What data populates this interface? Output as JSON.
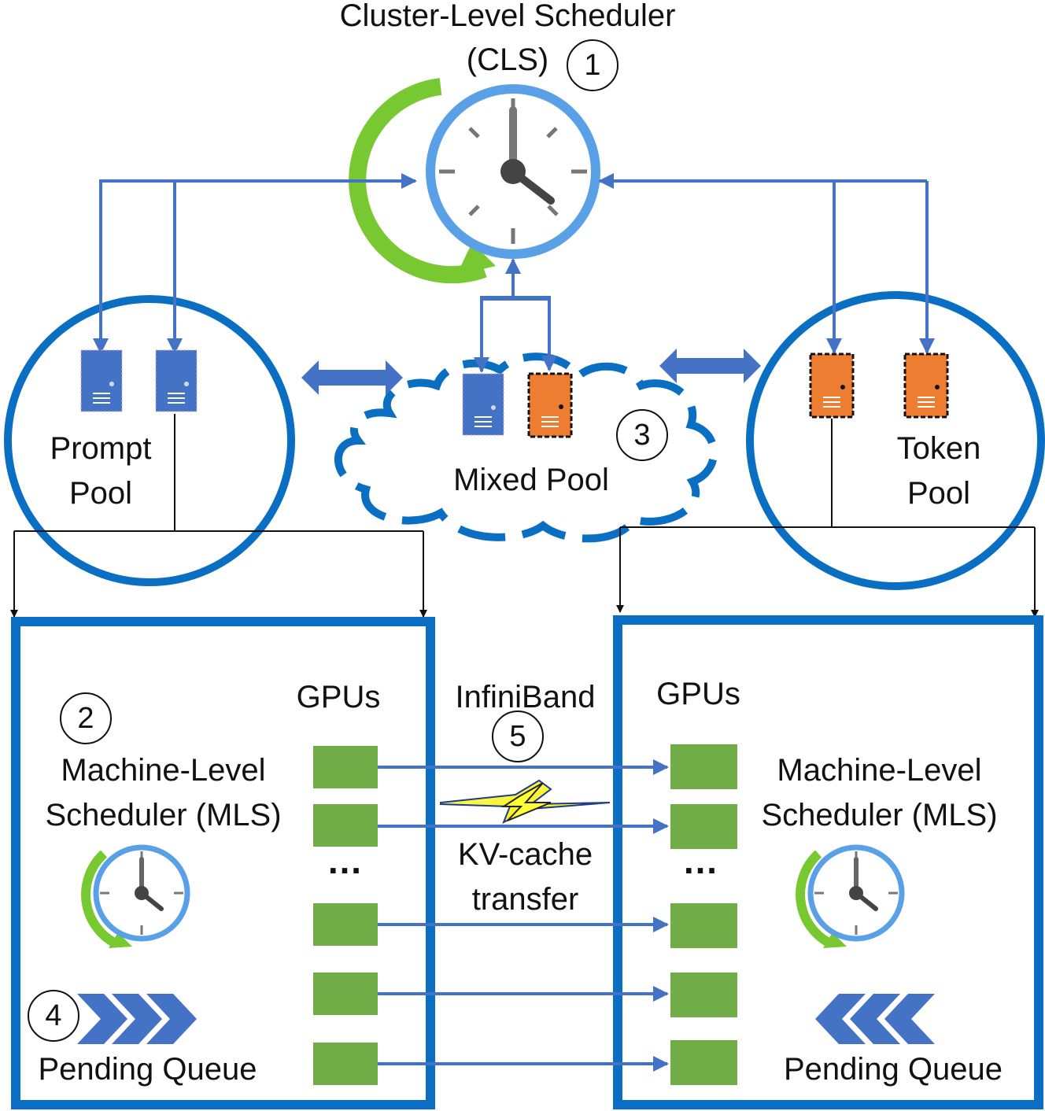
{
  "cls": {
    "title": "Cluster-Level Scheduler",
    "abbr": "(CLS)",
    "step": "1"
  },
  "prompt_pool": {
    "line1": "Prompt",
    "line2": "Pool"
  },
  "token_pool": {
    "line1": "Token",
    "line2": "Pool"
  },
  "mixed_pool": {
    "label": "Mixed Pool",
    "step": "3"
  },
  "left_machine": {
    "step": "2",
    "mls_line1": "Machine-Level",
    "mls_line2": "Scheduler (MLS)",
    "gpus_label": "GPUs",
    "ellipsis": "…",
    "queue_step": "4",
    "queue_label": "Pending Queue"
  },
  "right_machine": {
    "mls_line1": "Machine-Level",
    "mls_line2": "Scheduler (MLS)",
    "gpus_label": "GPUs",
    "ellipsis": "…",
    "queue_label": "Pending Queue"
  },
  "link": {
    "label": "InfiniBand",
    "step": "5",
    "transfer_line1": "KV-cache",
    "transfer_line2": "transfer"
  },
  "colors": {
    "pool_blue": "#0a6fc2",
    "arrow_blue": "#4472c4",
    "clock_ring": "#5aa0e6",
    "clock_swoosh": "#78c832",
    "gpu_green": "#70ad47",
    "server_blue": "#4472c4",
    "server_orange": "#ed7d31",
    "bolt_yellow": "#ffff33"
  },
  "icons": [
    "clock-icon",
    "server-icon",
    "lightning-icon",
    "chevron-queue-icon",
    "cloud-icon"
  ]
}
